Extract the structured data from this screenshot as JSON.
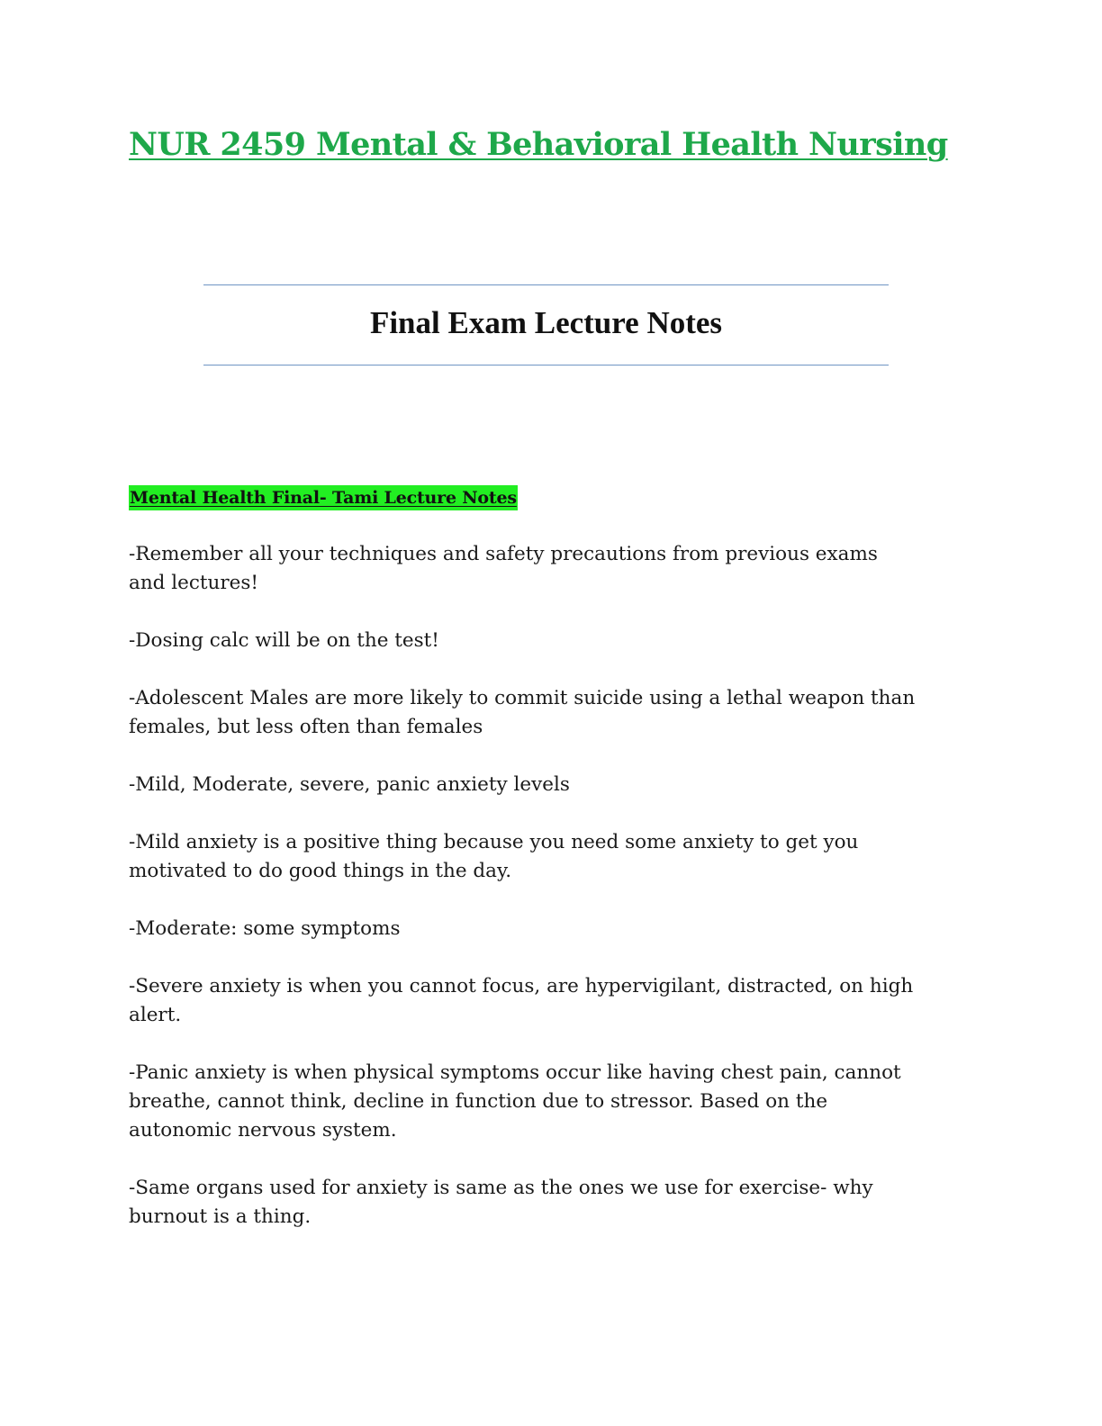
{
  "document": {
    "title": "NUR 2459 Mental & Behavioral Health Nursing",
    "subtitle": "Final Exam Lecture Notes",
    "section_heading": "Mental Health Final- Tami Lecture Notes",
    "notes": [
      {
        "lines": [
          "-Remember all your techniques and safety precautions from previous exams",
          "and lectures!"
        ]
      },
      {
        "lines": [
          "-Dosing calc will be on the test!"
        ]
      },
      {
        "lines": [
          "-Adolescent Males are more likely to commit suicide using a lethal weapon than",
          "females, but less often than females"
        ]
      },
      {
        "lines": [
          "-Mild, Moderate, severe, panic anxiety levels"
        ]
      },
      {
        "lines": [
          "-Mild anxiety is a positive thing because you need some anxiety to get you",
          "motivated to do good things in the day."
        ]
      },
      {
        "lines": [
          "-Moderate: some symptoms"
        ]
      },
      {
        "lines": [
          "-Severe anxiety is when you cannot focus, are hypervigilant, distracted, on high",
          "alert."
        ]
      },
      {
        "lines": [
          "-Panic anxiety is when physical symptoms occur like having chest pain, cannot",
          "breathe, cannot think, decline in function due to stressor. Based on the",
          "autonomic nervous system."
        ]
      },
      {
        "lines": [
          "-Same organs used for anxiety is same as the ones we use for exercise- why",
          "burnout is a thing."
        ]
      }
    ]
  },
  "colors": {
    "title": "#1ea84a",
    "rule": "#6f95c4",
    "highlight": "#22ee22",
    "text": "#1a1a1a"
  }
}
